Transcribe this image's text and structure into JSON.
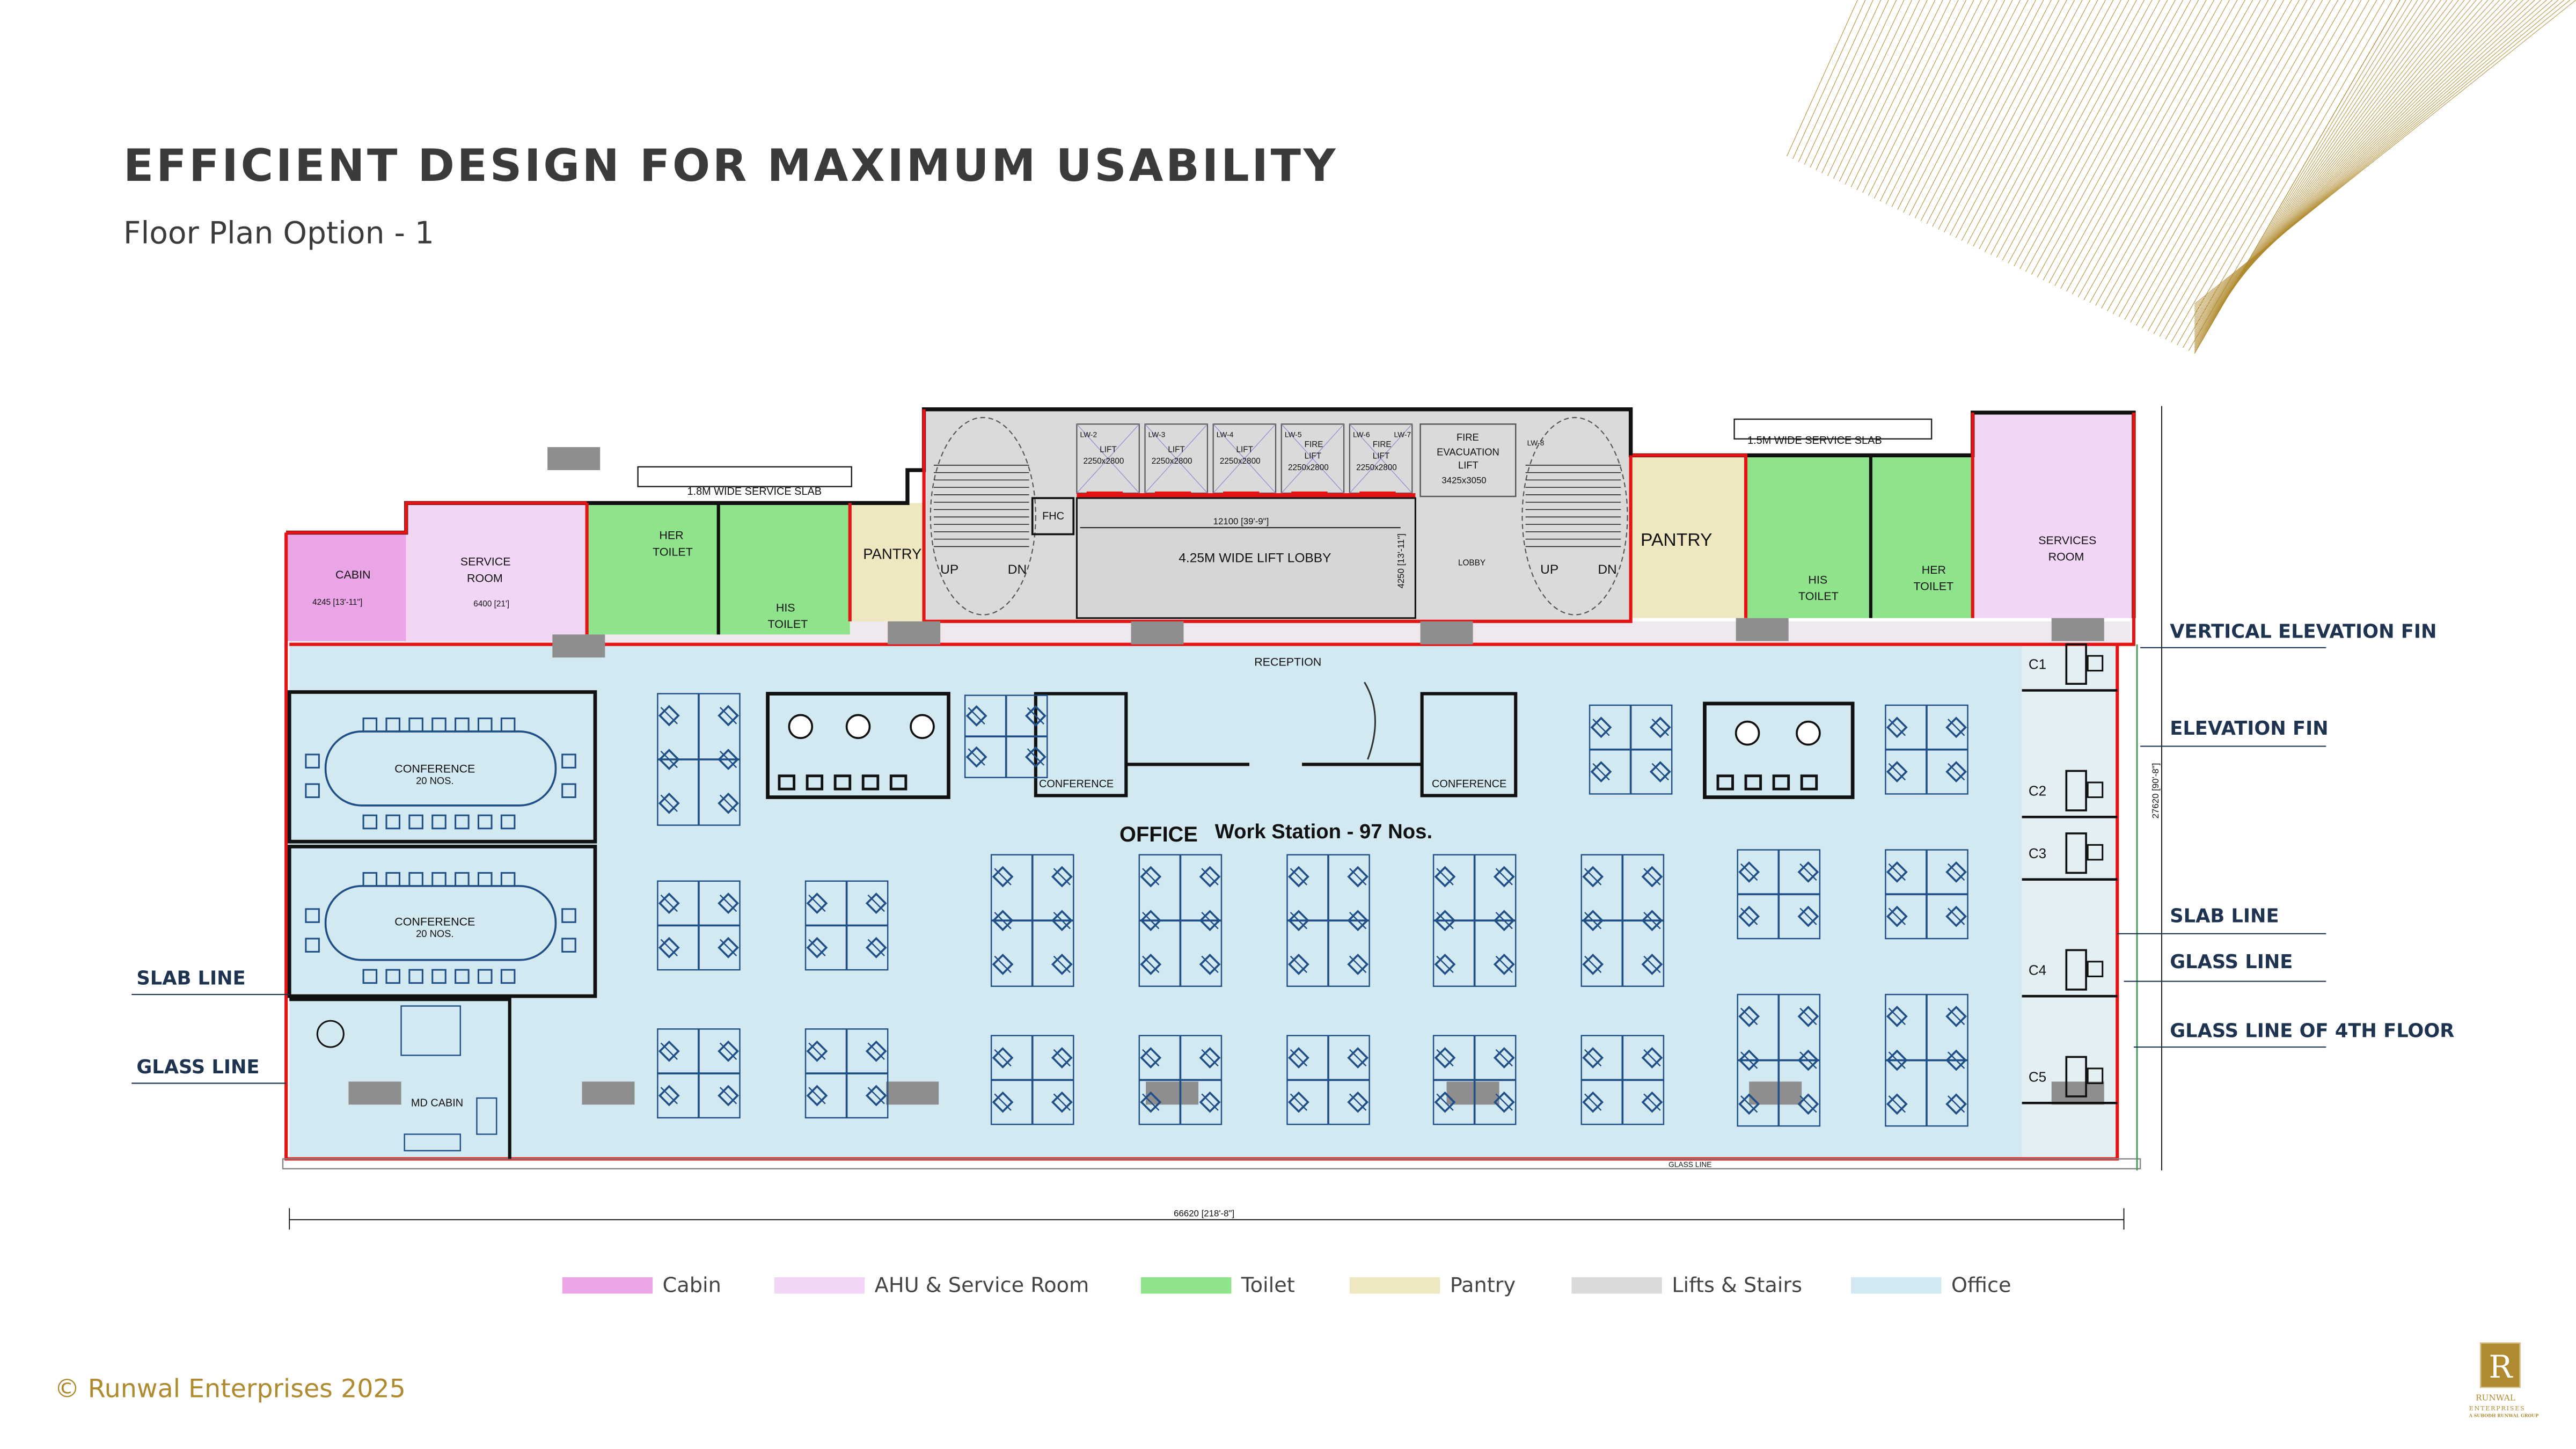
{
  "header": {
    "title": "EFFICIENT DESIGN FOR MAXIMUM USABILITY",
    "subtitle": "Floor Plan Option - 1"
  },
  "colors": {
    "cabin": "#e9a5e6",
    "ahu_service": "#f2d6f6",
    "toilet": "#8fe38b",
    "pantry": "#efe7bf",
    "lifts_stairs": "#dadada",
    "office": "#d2e9f1",
    "boundary": "#e51414",
    "gold": "#b08a2e",
    "furniture": "#1f4f86",
    "annotation": "#1d3350"
  },
  "plan": {
    "cabin": {
      "label": "CABIN",
      "dim": "4245 [13'-11\"]"
    },
    "service_room_left": {
      "label1": "SERVICE",
      "label2": "ROOM",
      "dim": "6400 [21']"
    },
    "service_slab_left": "1.8M WIDE SERVICE SLAB",
    "service_slab_right": "1.5M WIDE SERVICE SLAB",
    "her_toilet_left": {
      "l1": "HER",
      "l2": "TOILET"
    },
    "his_toilet_left": {
      "l1": "HIS",
      "l2": "TOILET"
    },
    "pantry_left": "PANTRY",
    "pantry_right": "PANTRY",
    "his_toilet_right": {
      "l1": "HIS",
      "l2": "TOILET"
    },
    "her_toilet_right": {
      "l1": "HER",
      "l2": "TOILET"
    },
    "services_room_right": {
      "l1": "SERVICES",
      "l2": "ROOM"
    },
    "stairs": {
      "up": "UP",
      "dn": "DN"
    },
    "fhc": "FHC",
    "lifts": [
      {
        "tag": "LW-2",
        "l1": "",
        "l2": "LIFT",
        "size": "2250x2800"
      },
      {
        "tag": "LW-3",
        "l1": "",
        "l2": "LIFT",
        "size": "2250x2800"
      },
      {
        "tag": "LW-4",
        "l1": "",
        "l2": "LIFT",
        "size": "2250x2800"
      },
      {
        "tag": "LW-5",
        "l1": "FIRE",
        "l2": "LIFT",
        "size": "2250x2800"
      },
      {
        "tag": "LW-6",
        "l1": "FIRE",
        "l2": "LIFT",
        "size": "2250x2800"
      }
    ],
    "lift_tag_7": "LW-7",
    "lift_tag_8": "LW-8",
    "fire_evac": {
      "l1": "FIRE",
      "l2": "EVACUATION",
      "l3": "LIFT",
      "size": "3425x3050"
    },
    "lobby_width_dim": "12100 [39'-9\"]",
    "lobby_depth_dim": "4250 [13'-11\"]",
    "lift_lobby": "4.25M WIDE LIFT LOBBY",
    "lobby": "LOBBY",
    "reception": "RECEPTION",
    "conference_small": "CONFERENCE",
    "conference_large": {
      "l1": "CONFERENCE",
      "l2": "20 NOS."
    },
    "md_cabin": "MD CABIN",
    "office": "OFFICE",
    "workstations": "Work Station - 97 Nos.",
    "cabins": [
      "C1",
      "C2",
      "C3",
      "C4",
      "C5"
    ],
    "overall_width_dim": "66620 [218'-8\"]",
    "overall_depth_dim": "27620 [90'-8\"]",
    "glass_line_small": "GLASS LINE"
  },
  "annotations": {
    "right": [
      "VERTICAL ELEVATION FIN",
      "ELEVATION FIN",
      "SLAB LINE",
      "GLASS LINE",
      "GLASS LINE OF 4TH FLOOR"
    ],
    "left": [
      "SLAB LINE",
      "GLASS LINE"
    ]
  },
  "legend": [
    {
      "label": "Cabin",
      "color": "#e9a5e6"
    },
    {
      "label": "AHU & Service Room",
      "color": "#f2d6f6"
    },
    {
      "label": "Toilet",
      "color": "#8fe38b"
    },
    {
      "label": "Pantry",
      "color": "#efe7bf"
    },
    {
      "label": "Lifts & Stairs",
      "color": "#dadada"
    },
    {
      "label": "Office",
      "color": "#d2e9f1"
    }
  ],
  "footer": {
    "copyright": "© Runwal Enterprises 2025"
  },
  "logo": {
    "letter": "R",
    "name": "RUNWAL",
    "tagline": "ENTERPRISES",
    "group": "A SUBODH RUNWAL GROUP"
  }
}
